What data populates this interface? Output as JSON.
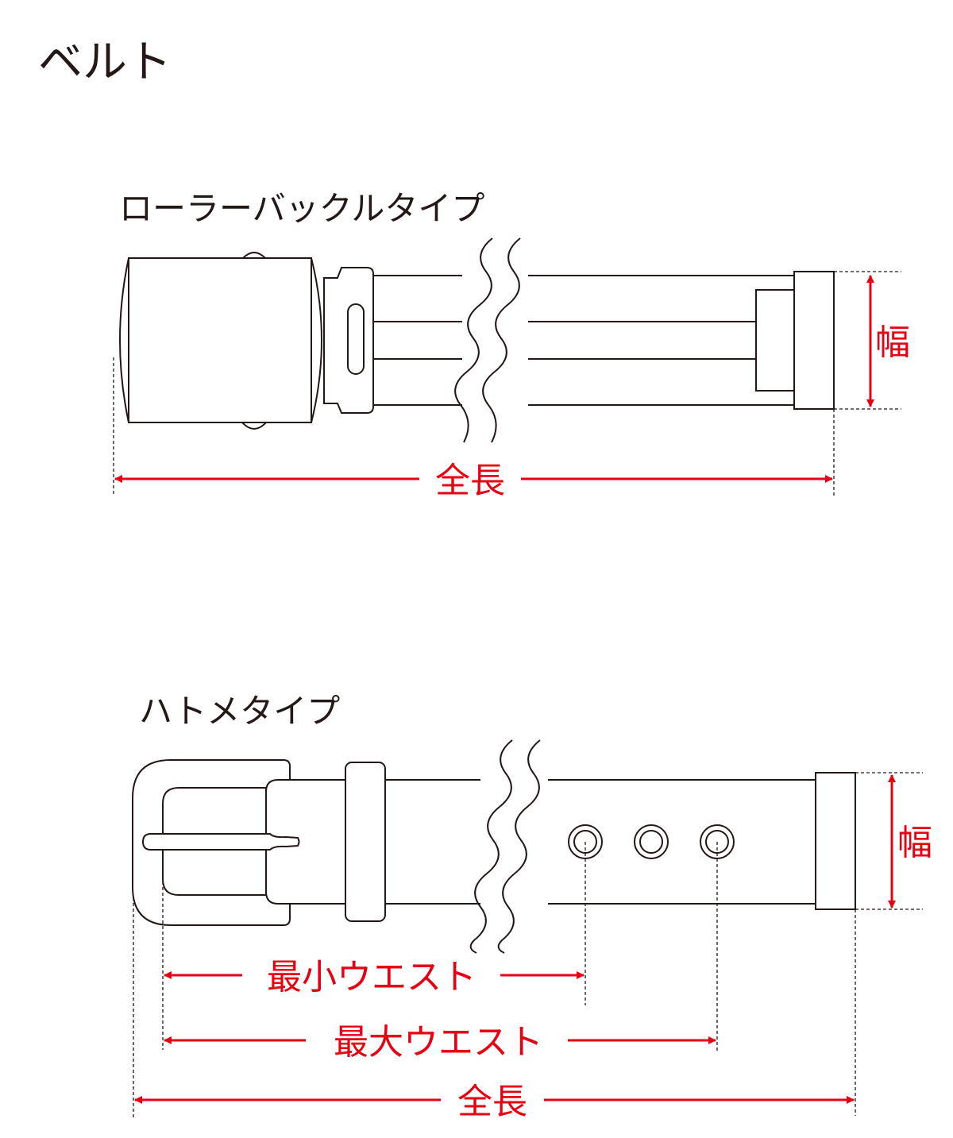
{
  "title": "ベルト",
  "colors": {
    "accent": "#e60012",
    "line": "#231815"
  },
  "roller_buckle": {
    "heading": "ローラーバックルタイプ",
    "width_label": "幅",
    "length_label": "全長"
  },
  "eyelet": {
    "heading": "ハトメタイプ",
    "width_label": "幅",
    "min_waist_label": "最小ウエスト",
    "max_waist_label": "最大ウエスト",
    "length_label": "全長"
  }
}
